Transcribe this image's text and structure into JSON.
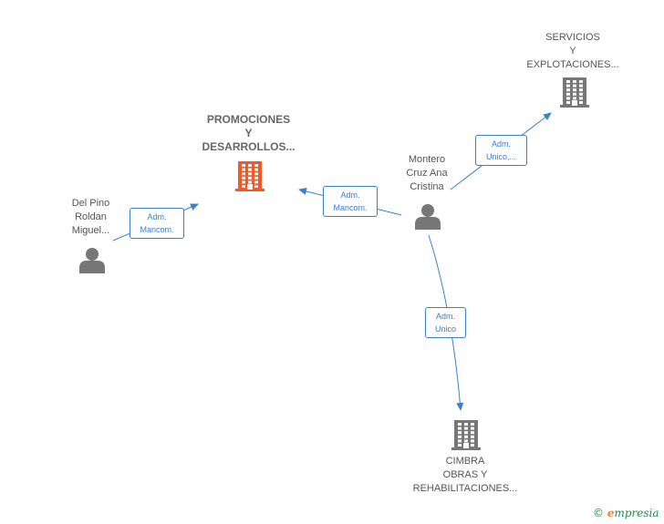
{
  "nodes": {
    "promociones": {
      "lines": [
        "PROMOCIONES",
        "Y",
        "DESARROLLOS..."
      ],
      "type": "company",
      "color": "#f05a28"
    },
    "servicios": {
      "lines": [
        "SERVICIOS",
        "Y",
        "EXPLOTACIONES..."
      ],
      "type": "company",
      "color": "#777777"
    },
    "cimbra": {
      "lines": [
        "CIMBRA",
        "OBRAS Y",
        "REHABILITACIONES..."
      ],
      "type": "company",
      "color": "#777777"
    },
    "montero": {
      "lines": [
        "Montero",
        "Cruz Ana",
        "Cristina"
      ],
      "type": "person",
      "color": "#777777"
    },
    "delpino": {
      "lines": [
        "Del Pino",
        "Roldan",
        "Miguel..."
      ],
      "type": "person",
      "color": "#777777"
    }
  },
  "edges": {
    "delpino_promociones": {
      "lines": [
        "Adm.",
        "Mancom."
      ]
    },
    "montero_promociones": {
      "lines": [
        "Adm.",
        "Mancom."
      ]
    },
    "montero_servicios": {
      "lines": [
        "Adm.",
        "Unico,..."
      ]
    },
    "montero_cimbra": {
      "lines": [
        "Adm.",
        "Unico"
      ]
    }
  },
  "colors": {
    "edge": "#3b7fcf",
    "accent": "#f05a28",
    "node": "#777777"
  },
  "footer": {
    "copyright": "©",
    "brand_first": "e",
    "brand_rest": "mpresia"
  }
}
